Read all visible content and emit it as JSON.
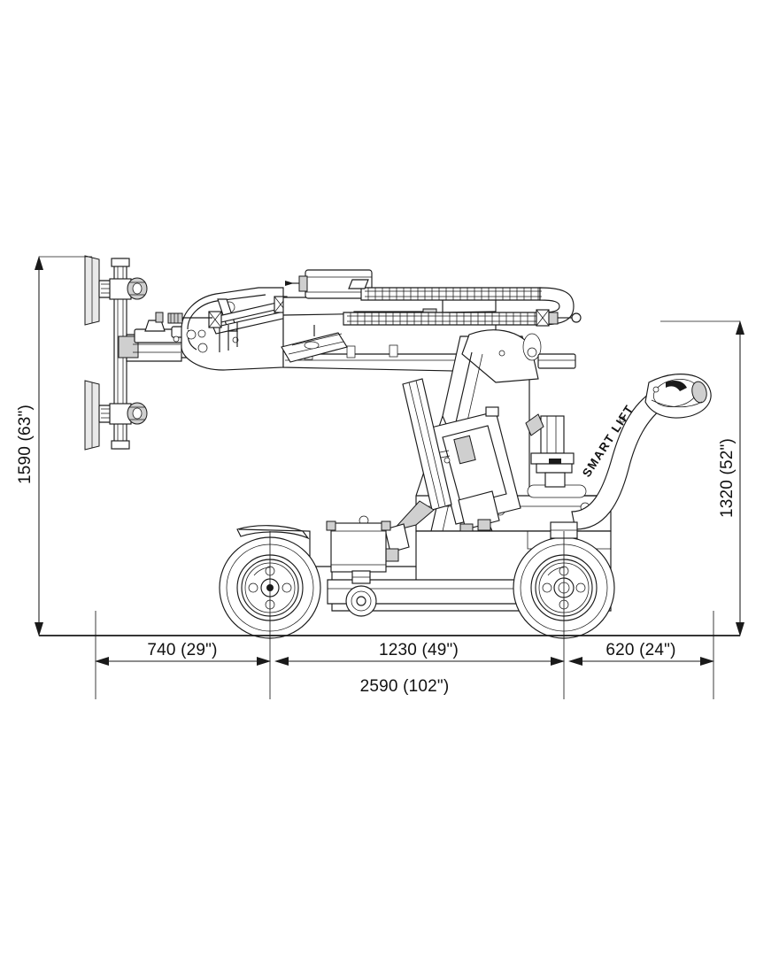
{
  "document": {
    "type": "technical-drawing",
    "view": "side-elevation",
    "subject": "Smart Lift glazing robot / vacuum glass lifter",
    "background_color": "#ffffff",
    "line_color": "#1a1a1a"
  },
  "branding": {
    "logo_text": "SMART LIFT",
    "location": "curved operator handle arm"
  },
  "dimensions": {
    "height_overall": {
      "label": "1590 (63\")",
      "value_mm": 1590,
      "value_in": 63,
      "orientation": "vertical",
      "side": "left"
    },
    "height_handle": {
      "label": "1320 (52\")",
      "value_mm": 1320,
      "value_in": 52,
      "orientation": "vertical",
      "side": "right"
    },
    "length_front_overhang": {
      "label": "740 (29\")",
      "value_mm": 740,
      "value_in": 29,
      "orientation": "horizontal"
    },
    "wheelbase": {
      "label": "1230 (49\")",
      "value_mm": 1230,
      "value_in": 49,
      "orientation": "horizontal"
    },
    "length_rear_overhang": {
      "label": "620 (24\")",
      "value_mm": 620,
      "value_in": 24,
      "orientation": "horizontal"
    },
    "length_overall": {
      "label": "2590 (102\")",
      "value_mm": 2590,
      "value_in": 102,
      "orientation": "horizontal"
    }
  },
  "components": {
    "vacuum_cup_upper": "upper suction cup pad",
    "vacuum_cup_lower": "lower suction cup pad",
    "cup_bar": "vertical cup mounting bar",
    "rotator_head": "manual rotation / tilt head",
    "boom": "telescopic lifting boom",
    "drag_chain": "cable energy drag chain",
    "lift_cylinder": "hydraulic lift cylinder",
    "mast": "tilting mast frame",
    "control_panel": "electro-hydraulic control box",
    "handle_arm": "curved operator handle arm",
    "handlebar": "twist-grip control handlebar",
    "front_wheel": "front drive wheel",
    "rear_wheel": "rear drive wheel",
    "caster_wheel": "centre caster / stabiliser wheel",
    "chassis": "lower chassis frame",
    "outrigger_plate": "outrigger foot plate"
  }
}
